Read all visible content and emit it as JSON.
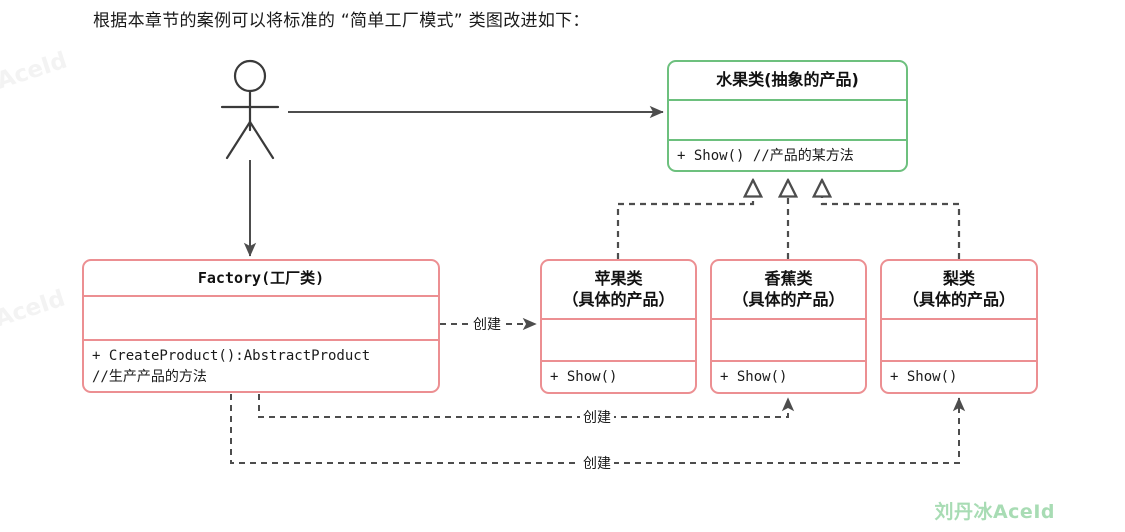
{
  "caption": "根据本章节的案例可以将标准的 “简单工厂模式” 类图改进如下：",
  "colors": {
    "abstract_border": "#6dc07e",
    "concrete_border": "#ec8f92",
    "connector": "#555555",
    "brand": "#a8dcb4"
  },
  "actor": {
    "name": "client-actor",
    "label": ""
  },
  "classes": {
    "abstract_product": {
      "title": "水果类(抽象的产品)",
      "attributes": [],
      "operations": [
        "+ Show()  //产品的某方法"
      ],
      "stereotype": "abstract"
    },
    "factory": {
      "title": "Factory(工厂类)",
      "attributes": [],
      "operations": [
        "+ CreateProduct():AbstractProduct",
        "//生产产品的方法"
      ],
      "stereotype": "concrete"
    },
    "apple": {
      "title_line1": "苹果类",
      "title_line2": "（具体的产品）",
      "attributes": [],
      "operations": [
        "+ Show()"
      ],
      "stereotype": "concrete"
    },
    "banana": {
      "title_line1": "香蕉类",
      "title_line2": "（具体的产品）",
      "attributes": [],
      "operations": [
        "+ Show()"
      ],
      "stereotype": "concrete"
    },
    "pear": {
      "title_line1": "梨类",
      "title_line2": "（具体的产品）",
      "attributes": [],
      "operations": [
        "+ Show()"
      ],
      "stereotype": "concrete"
    }
  },
  "edges": {
    "create_apple": "创建",
    "create_banana": "创建",
    "create_pear": "创建"
  },
  "watermarks": {
    "faint_top": "AceId",
    "faint_mid": "AceId",
    "brand": "刘丹冰AceId"
  }
}
